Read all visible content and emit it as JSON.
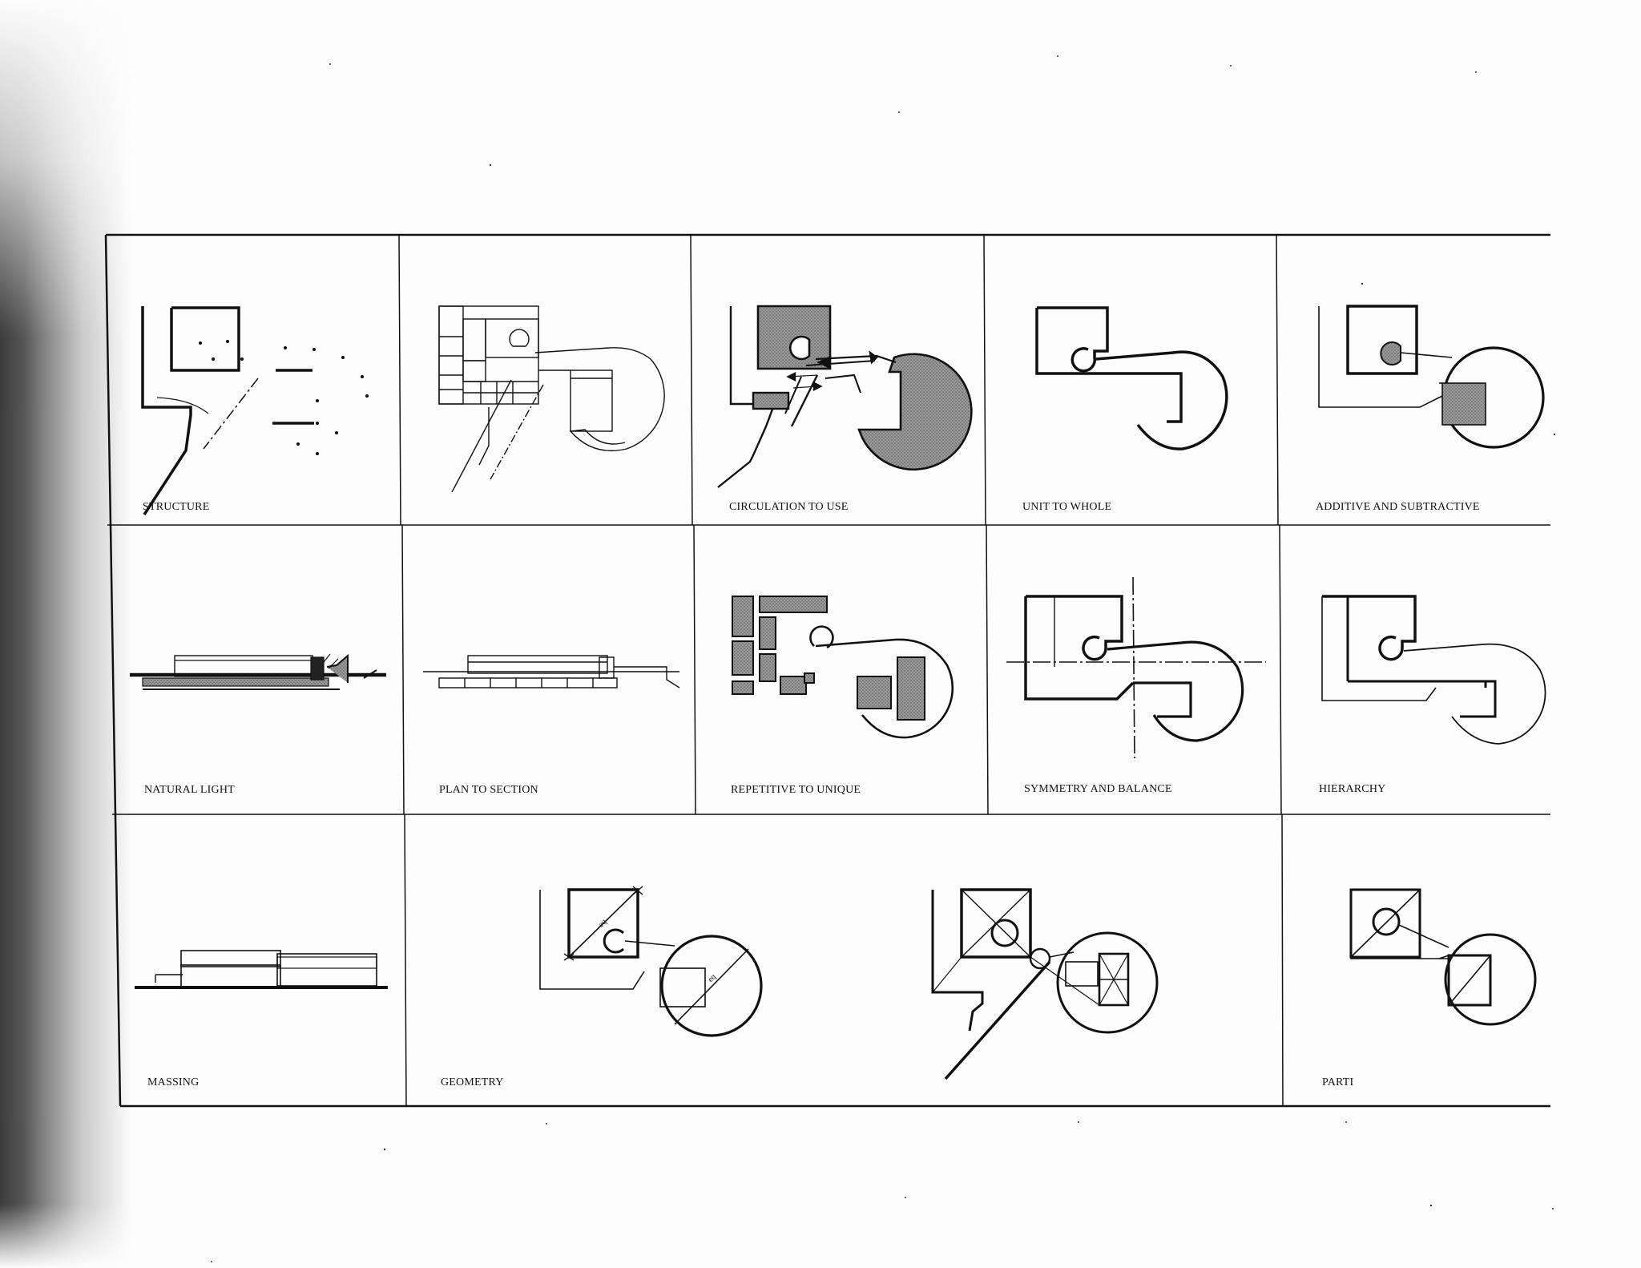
{
  "labels": {
    "structure": "STRUCTURE",
    "circulation": "CIRCULATION TO USE",
    "unit_whole": "UNIT TO WHOLE",
    "additive": "ADDITIVE AND SUBTRACTIVE",
    "natural_light": "NATURAL LIGHT",
    "plan_section": "PLAN TO SECTION",
    "repetitive": "REPETITIVE TO UNIQUE",
    "symmetry": "SYMMETRY AND BALANCE",
    "hierarchy": "HIERARCHY",
    "massing": "MASSING",
    "geometry": "GEOMETRY",
    "parti": "PARTI"
  },
  "annotations": {
    "eq": "eq"
  },
  "colors": {
    "ink": "#111111",
    "hatch": "#8a8a8a",
    "paper": "#fdfdfd"
  }
}
